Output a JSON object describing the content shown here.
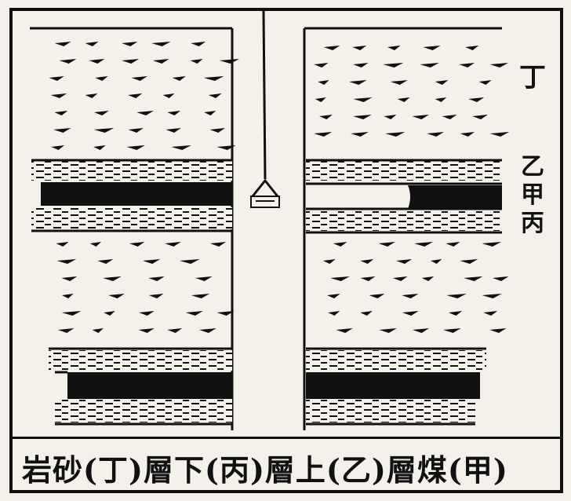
{
  "side_labels": {
    "ding": "丁",
    "yi": "乙",
    "jia": "甲",
    "bing": "丙"
  },
  "caption": "岩砂(丁)層下(丙)層上(乙)層煤(甲)"
}
